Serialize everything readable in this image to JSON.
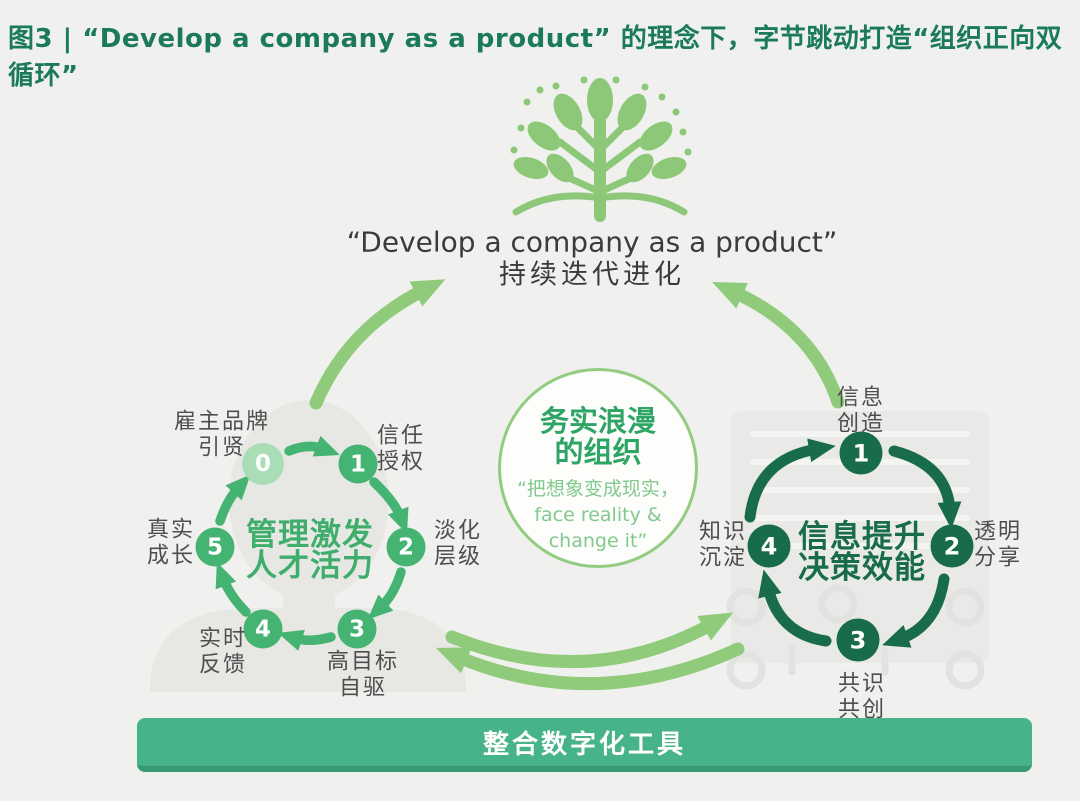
{
  "figure_title": "图3 | “Develop a company as a product” 的理念下，字节跳动打造“组织正向双循环”",
  "top_caption": {
    "line1": "“Develop a company as a product”",
    "line2": "持续迭代进化"
  },
  "center_circle": {
    "title_lines": [
      "务实浪漫",
      "的组织"
    ],
    "quote_lines": [
      "“把想象变成现实，",
      "face reality &",
      "change it”"
    ]
  },
  "left_cycle": {
    "heading_lines": [
      "管理激发",
      "人才活力"
    ],
    "nodes": [
      {
        "num": "0",
        "lines": [
          "雇主品牌",
          "引贤"
        ]
      },
      {
        "num": "1",
        "lines": [
          "信任",
          "授权"
        ]
      },
      {
        "num": "2",
        "lines": [
          "淡化",
          "层级"
        ]
      },
      {
        "num": "3",
        "lines": [
          "高目标",
          "自驱"
        ]
      },
      {
        "num": "4",
        "lines": [
          "实时",
          "反馈"
        ]
      },
      {
        "num": "5",
        "lines": [
          "真实",
          "成长"
        ]
      }
    ]
  },
  "right_cycle": {
    "heading_lines": [
      "信息提升",
      "决策效能"
    ],
    "nodes": [
      {
        "num": "1",
        "lines": [
          "信息",
          "创造"
        ]
      },
      {
        "num": "2",
        "lines": [
          "透明",
          "分享"
        ]
      },
      {
        "num": "3",
        "lines": [
          "共识",
          "共创"
        ]
      },
      {
        "num": "4",
        "lines": [
          "知识",
          "沉淀"
        ]
      }
    ]
  },
  "bottom_bar": {
    "label": "整合数字化工具"
  },
  "icons": {
    "tree": "tree-icon",
    "person": "person-silhouette",
    "document": "document-silhouette"
  },
  "colors": {
    "title_green": "#1a7a5b",
    "light_green": "#8fcb7b",
    "mid_green": "#45b371",
    "dark_green": "#186c49",
    "bar_green": "#47b389",
    "pale_node_green": "#a9ddb6",
    "circle_title_green": "#2fa565",
    "quote_green": "#82c98e",
    "background": "#f0f0ee"
  }
}
